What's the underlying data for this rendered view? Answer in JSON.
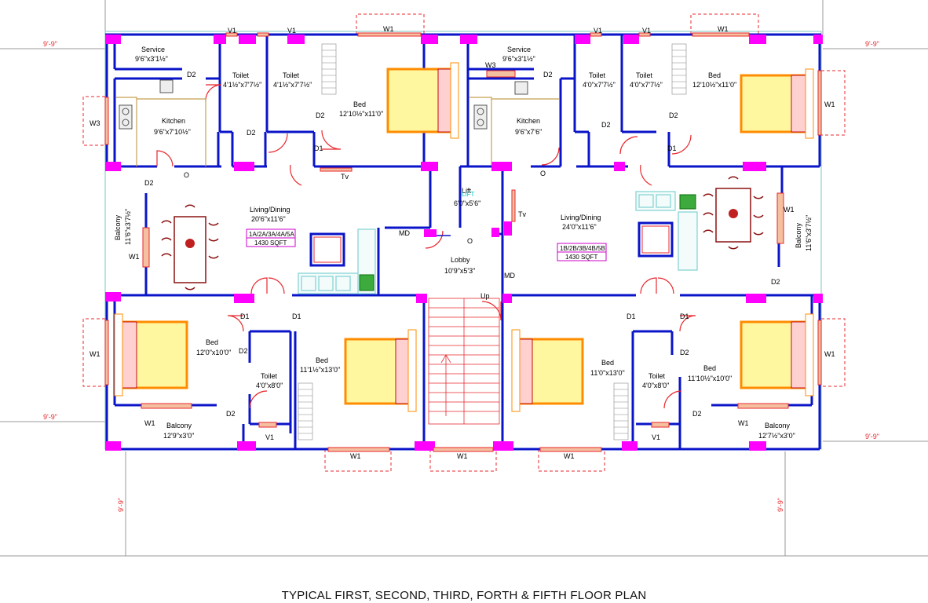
{
  "caption": "TYPICAL FIRST, SECOND, THIRD, FORTH & FIFTH FLOOR PLAN",
  "colors": {
    "wall": "#0a14c8",
    "column": "#ff00ff",
    "dimension": "#e8282e",
    "bed": "#ff8c00",
    "door": "#e8282e",
    "furniture_cyan": "#7fd3d3",
    "text": "#000000",
    "lift_text": "#00c8c8"
  },
  "dimensions": {
    "tl": "9'-9\"",
    "tr": "9'-9\"",
    "ml": "9'-9\"",
    "mr": "9'-9\"",
    "bl": "9'-9\"",
    "br": "9'-9\""
  },
  "rooms_left": {
    "service_name": "Service",
    "service_size": "9'6\"x3'1½\"",
    "kitchen_name": "Kitchen",
    "kitchen_size": "9'6\"x7'10½\"",
    "toilet1_name": "Toilet",
    "toilet1_size": "4'1½\"x7'7½\"",
    "toilet2_name": "Toilet",
    "toilet2_size": "4'1½\"x7'7½\"",
    "bed1_name": "Bed",
    "bed1_size": "12'10½\"x11'0\"",
    "living_name": "Living/Dining",
    "living_size": "20'6\"x11'6\"",
    "unit_ids": "1A/2A/3A/4A/5A",
    "unit_area": "1430 SQFT",
    "balcony_side_name": "Balcony",
    "balcony_side_size": "11'6\"x3'7½\"",
    "bed2_name": "Bed",
    "bed2_size": "12'0\"x10'0\"",
    "bed3_name": "Bed",
    "bed3_size": "11'1½\"x13'0\"",
    "toilet3_name": "Toilet",
    "toilet3_size": "4'0\"x8'0\"",
    "balcony_bottom_name": "Balcony",
    "balcony_bottom_size": "12'9\"x3'0\""
  },
  "rooms_right": {
    "service_name": "Service",
    "service_size": "9'6\"x3'1½\"",
    "kitchen_name": "Kitchen",
    "kitchen_size": "9'6\"x7'6\"",
    "toilet1_name": "Toilet",
    "toilet1_size": "4'0\"x7'7½\"",
    "toilet2_name": "Toilet",
    "toilet2_size": "4'0\"x7'7½\"",
    "bed1_name": "Bed",
    "bed1_size": "12'10½\"x11'0\"",
    "living_name": "Living/Dining",
    "living_size": "24'0\"x11'6\"",
    "unit_ids": "1B/2B/3B/4B/5B",
    "unit_area": "1430 SQFT",
    "balcony_side_name": "Balcony",
    "balcony_side_size": "11'6\"x3'7½\"",
    "bed2_name": "Bed",
    "bed2_size": "11'10½\"x10'0\"",
    "bed3_name": "Bed",
    "bed3_size": "11'0\"x13'0\"",
    "toilet3_name": "Toilet",
    "toilet3_size": "4'0\"x8'0\"",
    "balcony_bottom_name": "Balcony",
    "balcony_bottom_size": "12'7½\"x3'0\""
  },
  "core": {
    "lift_name": "Lift",
    "lift_size": "6'0\"x5'6\"",
    "lift_overlay": "LIFT",
    "lobby_name": "Lobby",
    "lobby_size": "10'9\"x5'3\"",
    "md_left": "MD",
    "md_right": "MD",
    "up": "Up",
    "o_lobby": "O"
  },
  "tags": {
    "v1": "V1",
    "w1": "W1",
    "w3": "W3",
    "d1": "D1",
    "d2": "D2",
    "o": "O",
    "tv": "Tv"
  }
}
